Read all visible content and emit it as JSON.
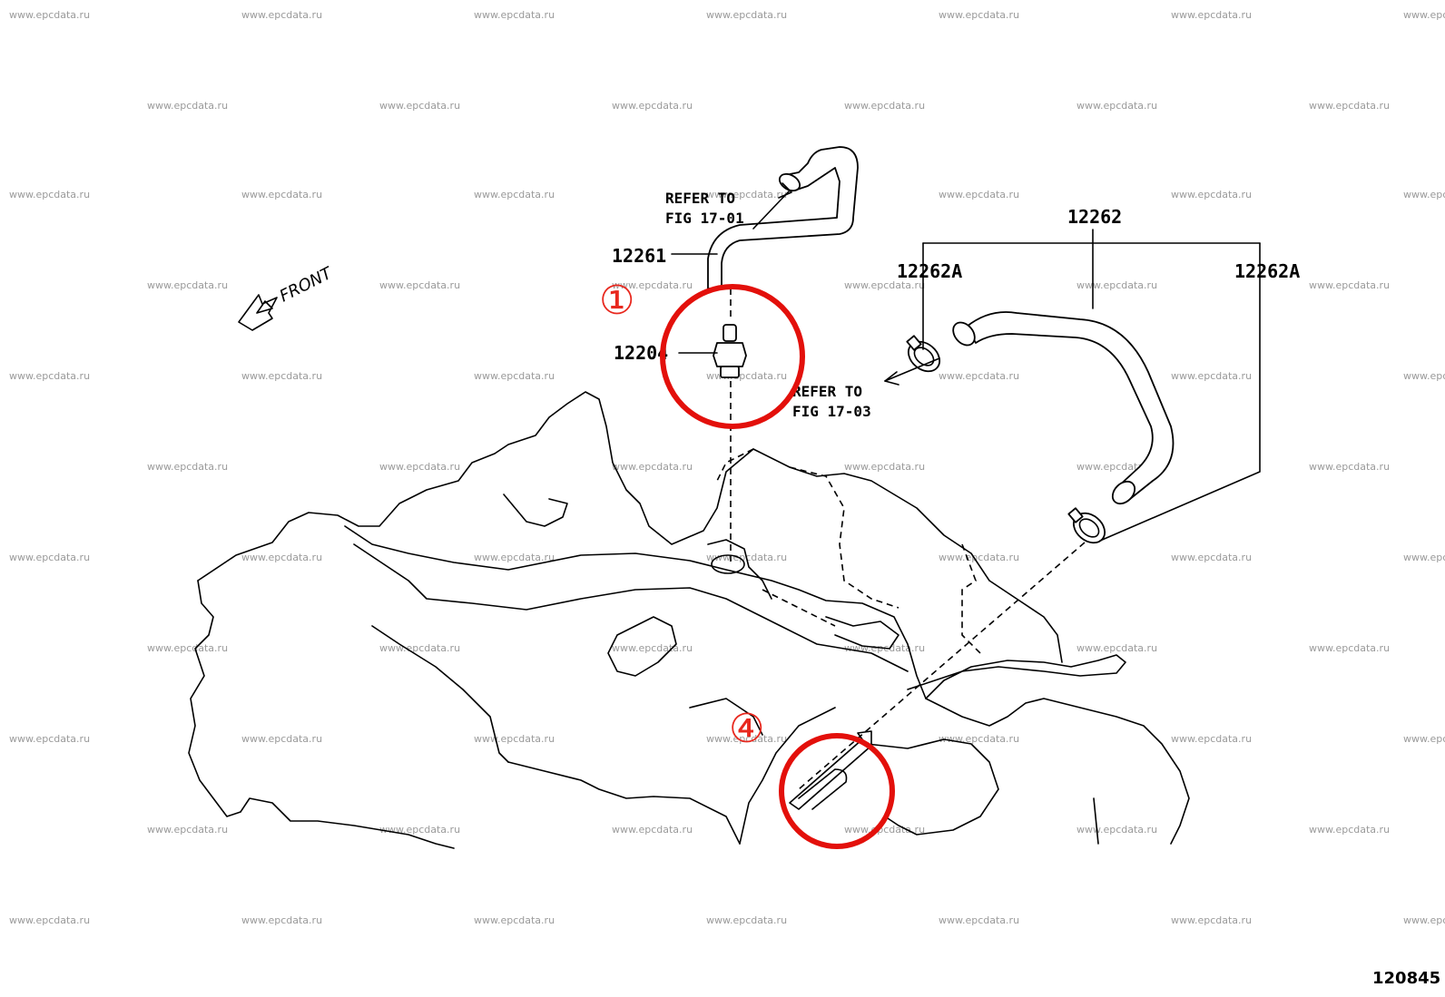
{
  "watermark": "www.epcdata.ru",
  "front_label": "FRONT",
  "parts": {
    "p12261": "12261",
    "p12204": "12204",
    "p12262": "12262",
    "p12262A_left": "12262A",
    "p12262A_right": "12262A"
  },
  "refs": {
    "ref1_line1": "REFER TO",
    "ref1_line2": "FIG 17-01",
    "ref2_line1": "REFER TO",
    "ref2_line2": "FIG 17-03"
  },
  "markers": {
    "m1": "①",
    "m4": "④"
  },
  "figure_number": "120845",
  "colors": {
    "highlight": "#e3100b",
    "marker_text": "#e8281e",
    "watermark": "#9a9a9a"
  }
}
